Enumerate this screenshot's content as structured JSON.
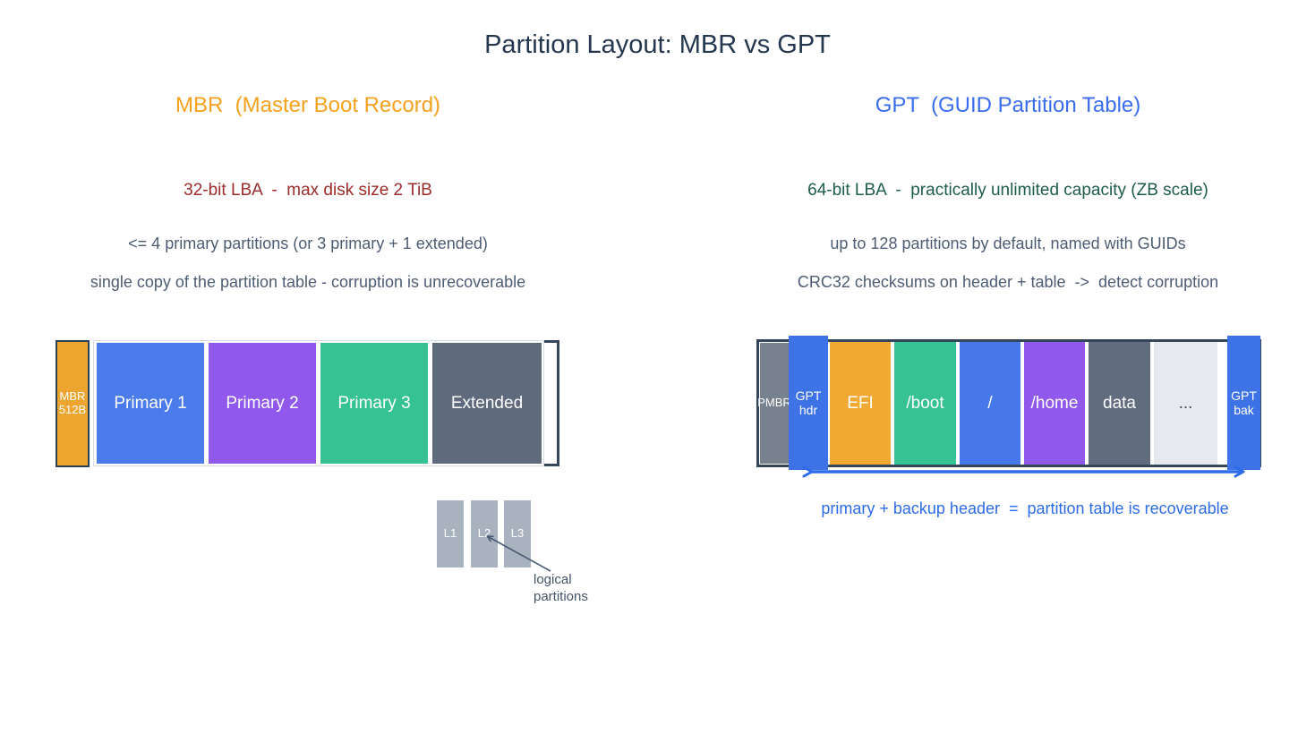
{
  "title": "Partition Layout: MBR vs GPT",
  "colors": {
    "title_text": "#25374e",
    "body_text": "#4d5c73",
    "mbr_accent": "#f5a11e",
    "gpt_accent": "#3a6ded",
    "mbr_limit_text": "#9c2b2b",
    "gpt_capacity_text": "#1d5c4b",
    "arrow_blue": "#2e6be6",
    "diagram_outline": "#35465c",
    "logical_block": "#a9b3bf"
  },
  "mbr": {
    "heading": "MBR  (Master Boot Record)",
    "lba_line": "32-bit LBA  -  max disk size 2 TiB",
    "fact_partitions": "<= 4 primary partitions (or 3 primary + 1 extended)",
    "fact_table": "single copy of the partition table - corruption is unrecoverable",
    "disk": {
      "boot_block": {
        "label": "MBR\n512B",
        "color": "#eda52f"
      },
      "partitions": [
        {
          "label": "Primary 1",
          "color": "#4b7bea"
        },
        {
          "label": "Primary 2",
          "color": "#9059eb"
        },
        {
          "label": "Primary 3",
          "color": "#36c293"
        },
        {
          "label": "Extended",
          "color": "#5f6b7d"
        }
      ]
    },
    "logical": {
      "blocks": [
        {
          "label": "L1"
        },
        {
          "label": "L2"
        },
        {
          "label": "L3"
        }
      ],
      "caption": "logical\npartitions"
    }
  },
  "gpt": {
    "heading": "GPT  (GUID Partition Table)",
    "lba_line": "64-bit LBA  -  practically unlimited capacity (ZB scale)",
    "fact_partitions": "up to 128 partitions by default, named with GUIDs",
    "fact_checksums": "CRC32 checksums on header + table  ->  detect corruption",
    "disk": {
      "blocks": [
        {
          "label": "PMBR",
          "color": "#78828f"
        },
        {
          "label": "GPT\nhdr",
          "color": "#3e73e8"
        },
        {
          "label": "EFI",
          "color": "#f2a933"
        },
        {
          "label": "/boot",
          "color": "#36c293"
        },
        {
          "label": "/",
          "color": "#4678ea"
        },
        {
          "label": "/home",
          "color": "#9159eb"
        },
        {
          "label": "data",
          "color": "#616c7e"
        },
        {
          "label": "...",
          "color": "#e6eaef",
          "text_color": "#3d4f63"
        },
        {
          "label": "GPT\nbak",
          "color": "#3e73e8"
        }
      ]
    },
    "recovery_note": "primary + backup header  =  partition table is recoverable"
  }
}
